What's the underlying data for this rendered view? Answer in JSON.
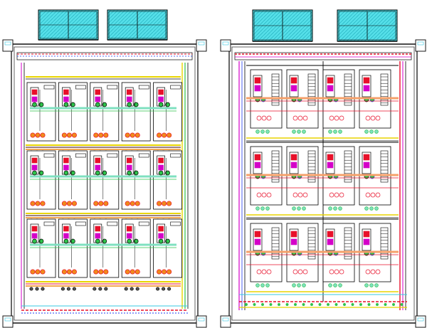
{
  "drawing": {
    "background": "#ffffff",
    "colors": {
      "line": "#000000",
      "fan": "#55dfe8",
      "fan_hatch": "#1aa9b8",
      "red": "#e8102a",
      "magenta": "#d400c8",
      "green": "#2ec24a",
      "yellow": "#e8d400",
      "cyan": "#37c9e0",
      "blue": "#1f3cf0",
      "orange": "#f08a1c",
      "mint": "#7fe0c0",
      "salmon": "#f5a06a"
    },
    "cabinets": [
      {
        "id": "left-cabinet",
        "rows": 3,
        "modules_per_row": 5,
        "fans": 2,
        "module_style": "pink-terminal"
      },
      {
        "id": "right-cabinet",
        "rows": 3,
        "modules_per_row": 4,
        "fans": 2,
        "module_style": "heatsink"
      }
    ]
  }
}
